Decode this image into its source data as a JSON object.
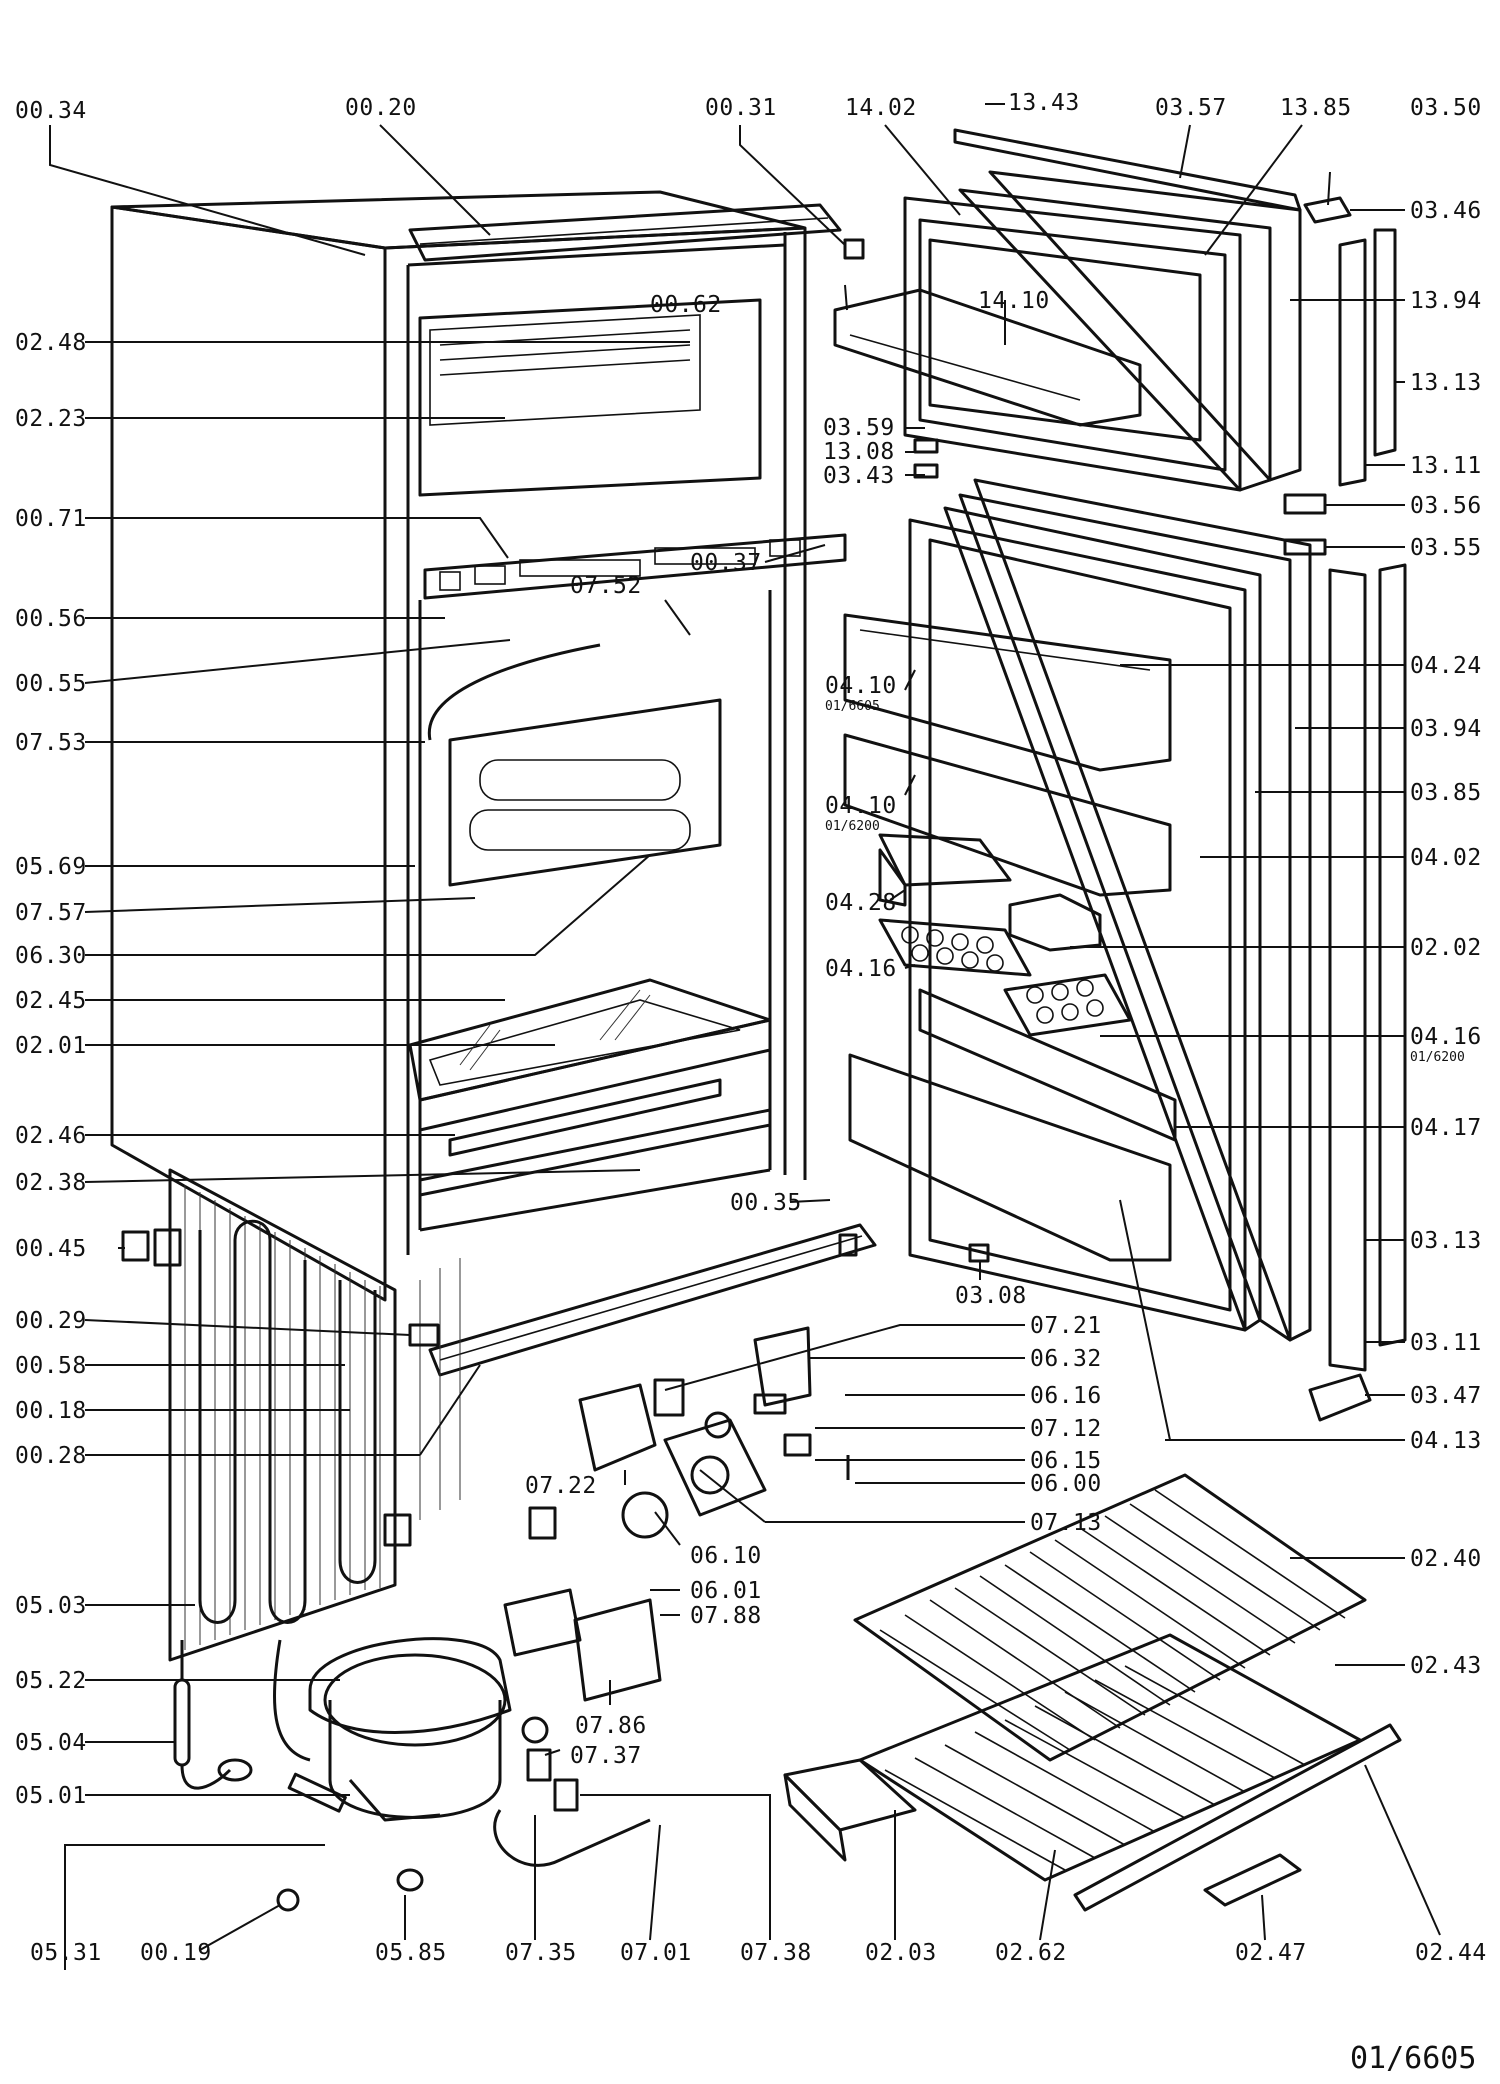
{
  "labels": {
    "p0034": "00.34",
    "p0020": "00.20",
    "p0031": "00.31",
    "p1402": "14.02",
    "p1343": "13.43",
    "p0357": "03.57",
    "p1385": "13.85",
    "p0350": "03.50",
    "p0346": "03.46",
    "p0062": "00.62",
    "p1410": "14.10",
    "p1394": "13.94",
    "p1313": "13.13",
    "p1311": "13.11",
    "p0248": "02.48",
    "p0223": "02.23",
    "p0359": "03.59",
    "p1308": "13.08",
    "p0343": "03.43",
    "p0356": "03.56",
    "p0071": "00.71",
    "p0037": "00.37",
    "p0355": "03.55",
    "p0752": "07.52",
    "p0056": "00.56",
    "p0424": "04.24",
    "p0055": "00.55",
    "p0410a": "04.10",
    "p0410a_sub": "01/6605",
    "p0753": "07.53",
    "p0394": "03.94",
    "p0410b": "04.10",
    "p0410b_sub": "01/6200",
    "p0385": "03.85",
    "p0569": "05.69",
    "p0402": "04.02",
    "p0757": "07.57",
    "p0428": "04.28",
    "p0630": "06.30",
    "p0202": "02.02",
    "p0416a": "04.16",
    "p0245": "02.45",
    "p0201": "02.01",
    "p0416b": "04.16",
    "p0416b_sub": "01/6200",
    "p0246": "02.46",
    "p0417": "04.17",
    "p0238": "02.38",
    "p0035": "00.35",
    "p0045": "00.45",
    "p0313": "03.13",
    "p0308": "03.08",
    "p0029": "00.29",
    "p0721": "07.21",
    "p0311": "03.11",
    "p0058": "00.58",
    "p0632": "06.32",
    "p0616": "06.16",
    "p0347": "03.47",
    "p0018": "00.18",
    "p0712": "07.12",
    "p0413": "04.13",
    "p0615": "06.15",
    "p0028": "00.28",
    "p0722": "07.22",
    "p0600": "06.00",
    "p0713": "07.13",
    "p0240": "02.40",
    "p0610": "06.10",
    "p0503": "05.03",
    "p0601": "06.01",
    "p0788": "07.88",
    "p0522": "05.22",
    "p0243": "02.43",
    "p0786": "07.86",
    "p0504": "05.04",
    "p0737": "07.37",
    "p0501": "05.01",
    "p0531": "05.31",
    "p0019": "00.19",
    "p0585": "05.85",
    "p0735": "07.35",
    "p0701": "07.01",
    "p0738": "07.38",
    "p0203": "02.03",
    "p0262": "02.62",
    "p0247": "02.47",
    "p0244": "02.44"
  },
  "document_ref": "01/6605"
}
